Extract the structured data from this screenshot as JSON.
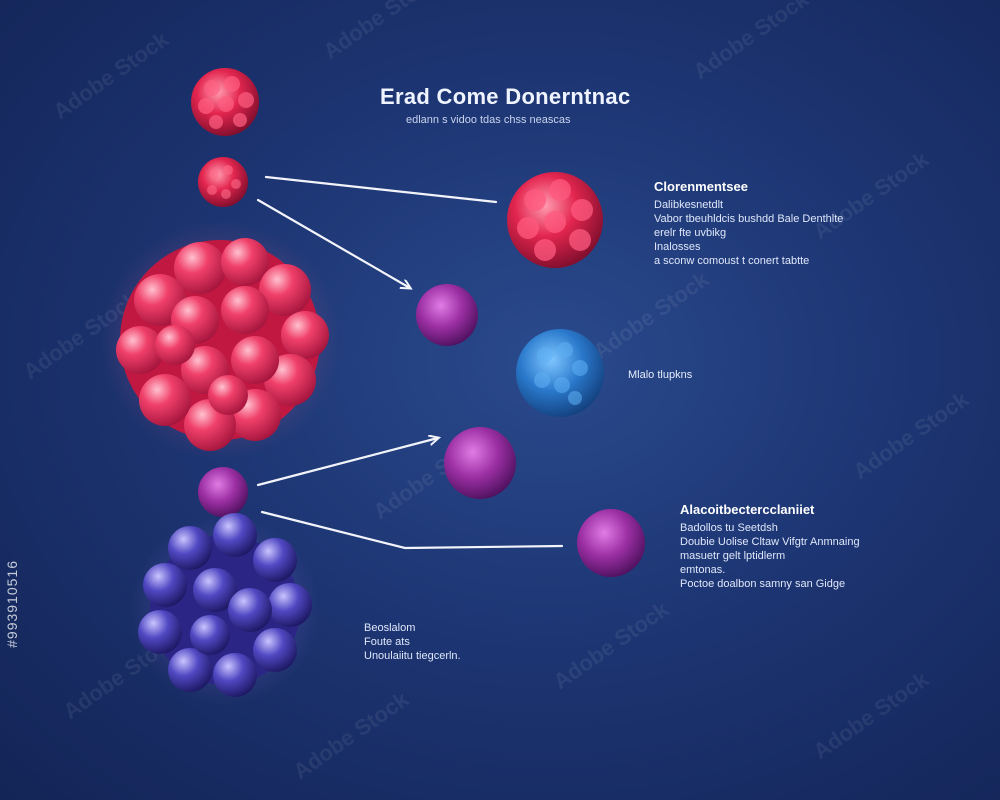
{
  "diagram": {
    "title": "Erad Come Donerntnac",
    "subtitle": "edlann s vidoo tdas chss neascas",
    "block_top_right": {
      "heading": "Clorenmentsee",
      "lines": [
        "Dalibkesnetdlt",
        "Vabor tbeuhldcis bushdd Bale Denthlte",
        "erelr fte uvbikg",
        "Inalosses",
        "a sconw comoust t conert tabtte"
      ]
    },
    "label_blue_cell": "Mlalo tlupkns",
    "block_mid_right": {
      "heading": "Alacoitbectercclaniiet",
      "lines": [
        "Badollos tu Seetdsh",
        "Doubie Uolise Cltaw Vifgtr Anmnaing",
        "masuetr gelt lptidlerm",
        "emtonas.",
        "Poctoe doalbon samny san Gidge"
      ]
    },
    "block_bottom_left": {
      "lines": [
        "Beoslalom",
        "Foute ats",
        "Unoulaiitu tiegcerln."
      ]
    },
    "watermark": {
      "brand": "Adobe Stock",
      "id": "#993910516"
    },
    "colors": {
      "background": "#1d3573",
      "red_cell": "#e0284f",
      "purple_cell": "#9a2f9e",
      "blue_cell": "#2f7fd0",
      "indigo_cell": "#4a43b8",
      "arrow": "#f2f4fa"
    }
  }
}
